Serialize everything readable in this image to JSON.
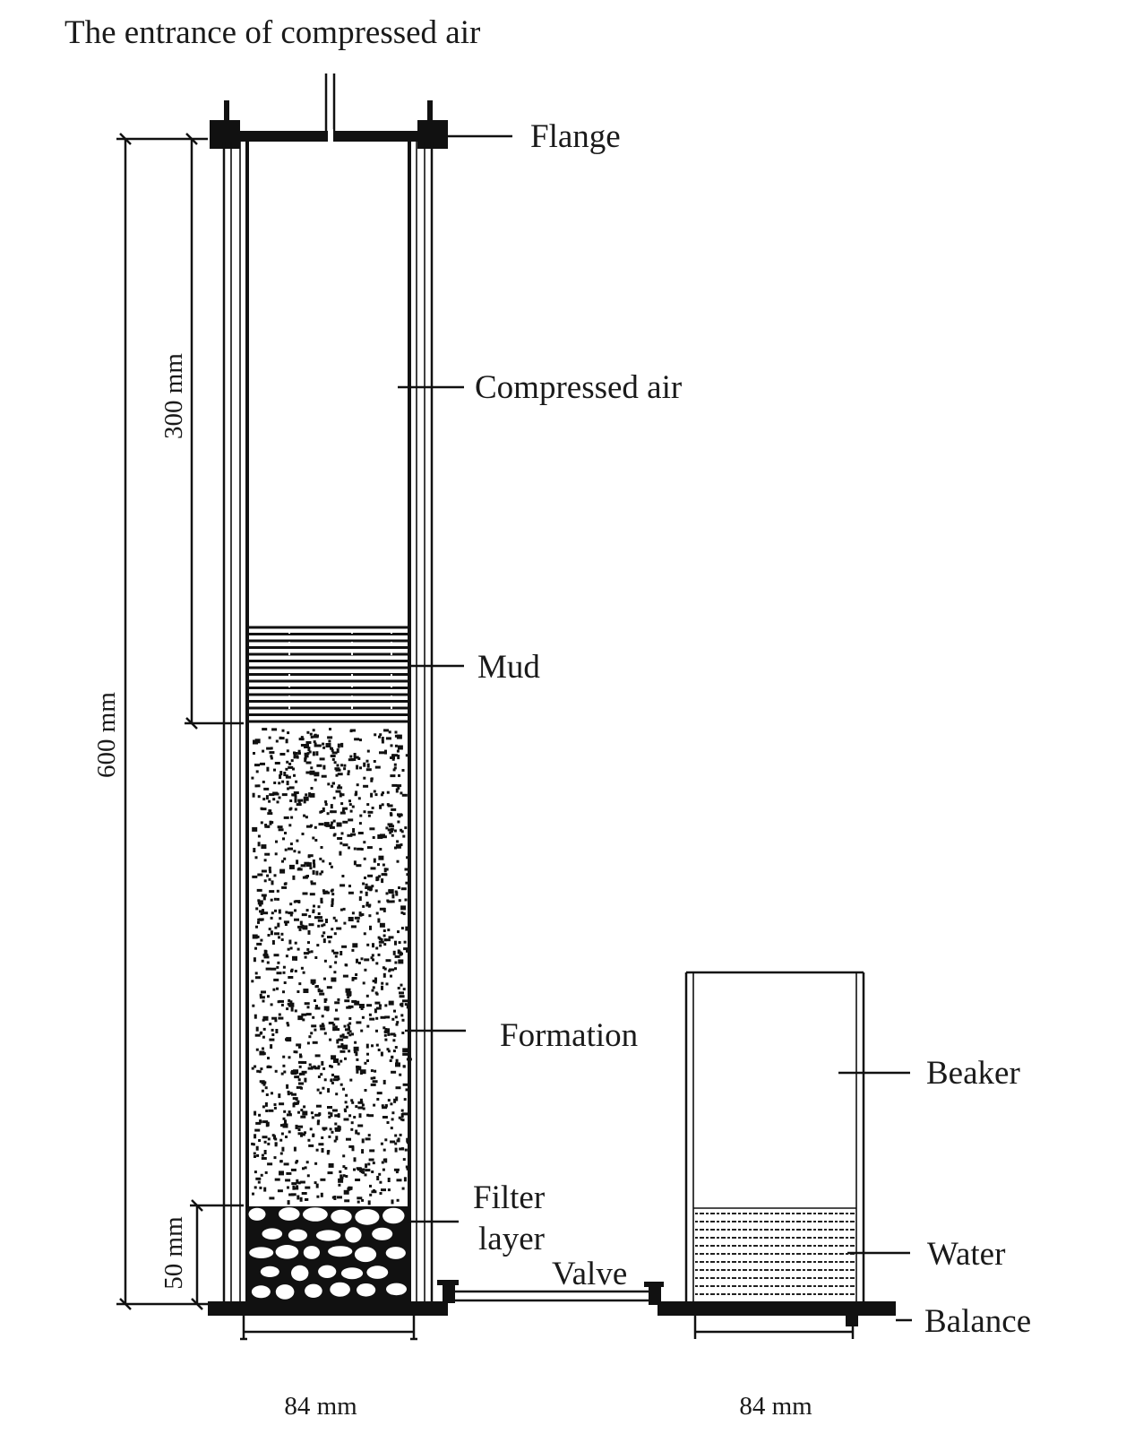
{
  "title": "The entrance of compressed air",
  "labels": {
    "flange": "Flange",
    "compressed_air": "Compressed air",
    "mud": "Mud",
    "formation": "Formation",
    "filter_line1": "Filter",
    "filter_line2": "layer",
    "valve": "Valve",
    "beaker": "Beaker",
    "water": "Water",
    "balance": "Balance"
  },
  "dimensions": {
    "total_height": "600 mm",
    "upper_height": "300 mm",
    "filter_height": "50 mm",
    "column_width": "84 mm",
    "beaker_width": "84 mm"
  }
}
